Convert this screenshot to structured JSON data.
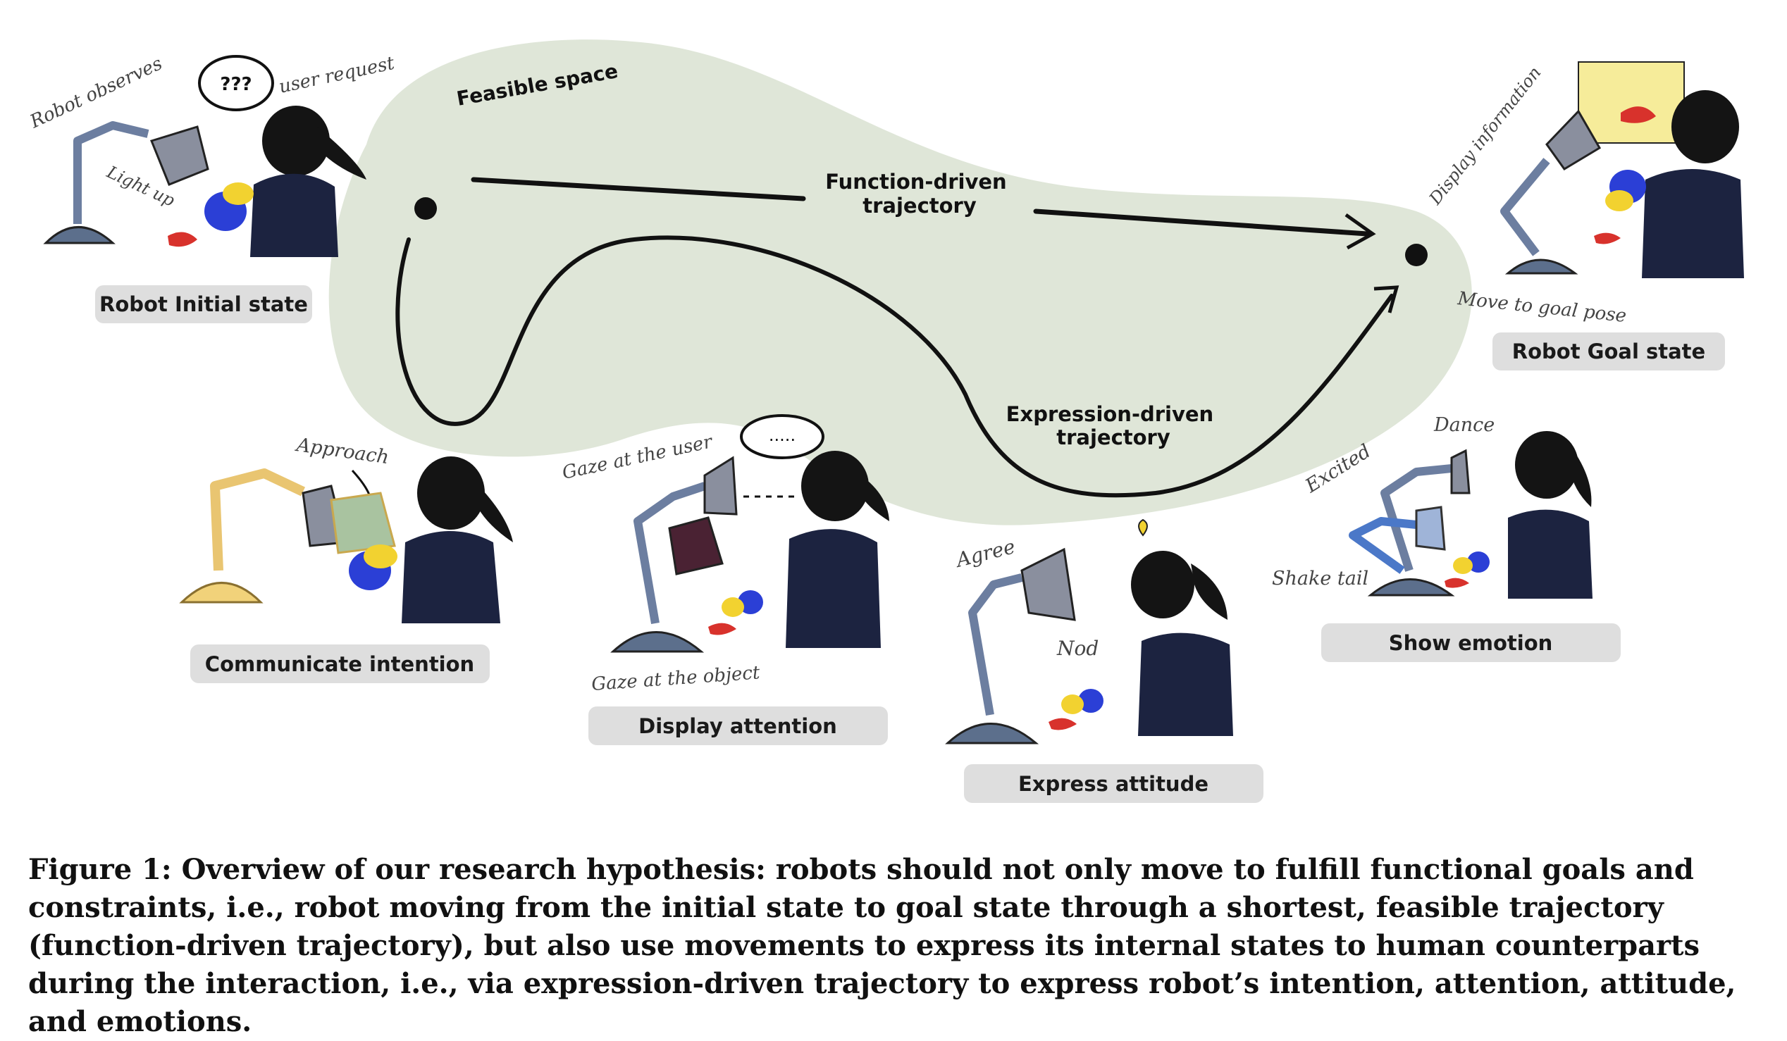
{
  "diagram": {
    "feasible_space_label": "Feasible space",
    "function_trajectory_label": [
      "Function-driven",
      "trajectory"
    ],
    "expression_trajectory_label": [
      "Expression-driven",
      "trajectory"
    ],
    "panels": {
      "initial": {
        "title": "Robot Initial state",
        "notes": [
          "Robot observes",
          "user request",
          "Light up",
          "???"
        ]
      },
      "goal": {
        "title": "Robot Goal state",
        "notes": [
          "Display information",
          "Move to goal pose"
        ]
      },
      "intention": {
        "title": "Communicate intention",
        "notes": [
          "Approach"
        ]
      },
      "attention": {
        "title": "Display attention",
        "notes": [
          "Gaze at the user",
          "Gaze at the object",
          "....."
        ]
      },
      "attitude": {
        "title": "Express attitude",
        "notes": [
          "Agree",
          "Nod"
        ]
      },
      "emotion": {
        "title": "Show emotion",
        "notes": [
          "Dance",
          "Excited",
          "Shake tail"
        ]
      }
    }
  },
  "caption": "Figure 1: Overview of our research hypothesis: robots should not only move to fulfill functional goals and constraints, i.e., robot moving from the initial state to goal state through a shortest, feasible trajectory (function-driven trajectory), but also use movements to express its internal states to human counterparts during the interaction, i.e., via expression-driven trajectory to express robot’s intention, attention, attitude, and emotions.",
  "colors": {
    "feasible_space": "#dfe6d8",
    "pill": "#dedede",
    "lamp": "#8a8f9e",
    "lamp_base": "#5c6f8c",
    "shirt": "#1c2340",
    "hair": "#141414",
    "blue_toy": "#2b3fd6",
    "yellow_toy": "#f2d230",
    "red_toy": "#d8322c",
    "highlight_yellow": "#f1d27a",
    "highlight_green": "#a9c3a0",
    "attention_purple": "#4a2233"
  }
}
